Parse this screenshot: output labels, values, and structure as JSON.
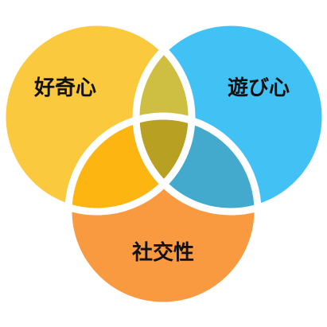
{
  "diagram": {
    "type": "venn",
    "sets": [
      {
        "label": "好奇心",
        "color": "#FBC93E"
      },
      {
        "label": "遊び心",
        "color": "#42C2F4"
      },
      {
        "label": "社交性",
        "color": "#F99A40"
      }
    ],
    "intersections": {
      "curiosity_playfulness": {
        "color": "#CEBF42"
      },
      "curiosity_sociability": {
        "color": "#FDB512"
      },
      "playfulness_sociability": {
        "color": "#44AACD"
      },
      "all_three": {
        "color": "#B8A122"
      }
    },
    "separator_color": "#FFFFFF"
  }
}
